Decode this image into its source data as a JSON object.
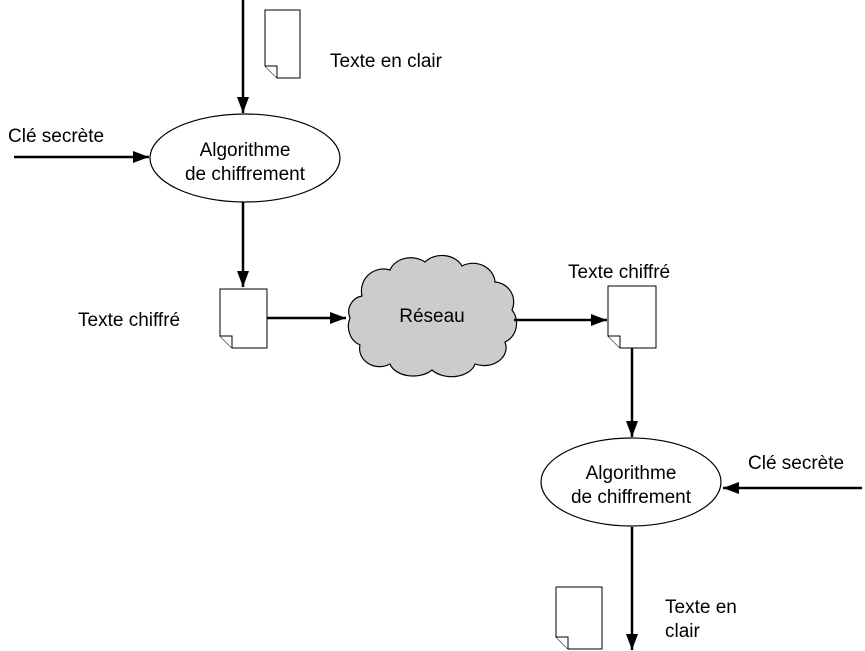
{
  "diagram": {
    "top": {
      "plaintext_label": "Texte en clair"
    },
    "encrypt": {
      "key_label": "Clé secrète",
      "line1": "Algorithme",
      "line2": "de chiffrement"
    },
    "ciphertext_left_label": "Texte chiffré",
    "network_label": "Réseau",
    "ciphertext_right_label": "Texte chiffré",
    "decrypt": {
      "key_label": "Clé secrète",
      "line1": "Algorithme",
      "line2": "de chiffrement"
    },
    "bottom": {
      "plaintext_line1": "Texte en",
      "plaintext_line2": "clair"
    }
  },
  "colors": {
    "stroke": "#000000",
    "cloud_fill": "#cccccc",
    "background": "#ffffff"
  }
}
